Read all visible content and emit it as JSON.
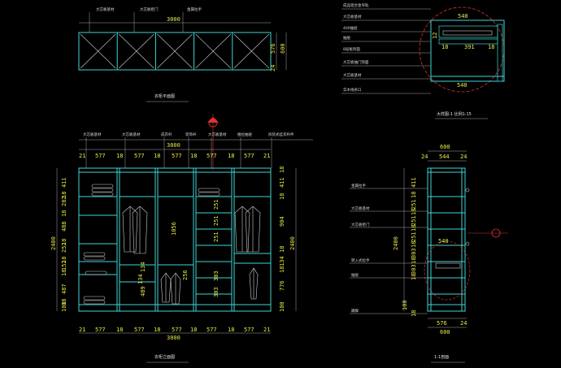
{
  "top_view": {
    "labels": [
      "大芯板基材",
      "大芯板柜门",
      "金属拉手"
    ],
    "width": "3000",
    "depth_dims": [
      "576",
      "600",
      "24"
    ],
    "title": "衣柜平面图"
  },
  "detail": {
    "labels": [
      "成品铝合金导轨",
      "大芯板基材",
      "400抽屉",
      "抽屉",
      "8层板饰面",
      "大芯板抽门饰面",
      "大芯板基材",
      "实木线条口"
    ],
    "dims_top": "540",
    "dims_mid": "391",
    "dims_side": [
      "18",
      "12",
      "18"
    ],
    "dims_bottom": "540",
    "title": "大样图-1 比例1:15"
  },
  "elevation": {
    "headers": [
      "大芯板基材",
      "大芯板基材",
      "成衣杆",
      "装饰杆",
      "大芯板基材",
      "推拉抽屉",
      "拆装式挂衣杆件"
    ],
    "top_total": "3000",
    "bottom_total": "3000",
    "segments": [
      "21",
      "577",
      "18",
      "577",
      "18",
      "577",
      "18",
      "577",
      "18",
      "577",
      "18",
      "577",
      "21"
    ],
    "left_dims": [
      "411",
      "18",
      "282",
      "18",
      "488",
      "18",
      "252",
      "18",
      "152",
      "18",
      "487",
      "18",
      "100"
    ],
    "left_total": "2400",
    "right_dims": [
      "18",
      "411",
      "18",
      "904",
      "18",
      "134",
      "18",
      "776",
      "100"
    ],
    "right_total": "2400",
    "inner_dims": [
      "1056",
      "251",
      "251",
      "251",
      "303",
      "303",
      "489",
      "134",
      "134",
      "256"
    ],
    "title": "衣柜立面图"
  },
  "section": {
    "top_dims": [
      "600",
      "24",
      "544",
      "24"
    ],
    "labels": [
      "金属拉手",
      "大芯板基材",
      "大芯板柜门",
      "转入式拉手",
      "抽屉",
      "踢脚"
    ],
    "left_dims": [
      "411",
      "18",
      "251",
      "18",
      "251",
      "18",
      "251",
      "18",
      "303",
      "18",
      "303",
      "18",
      "100",
      "18",
      "2400"
    ],
    "mid_dim": "540",
    "bottom_dims": [
      "576",
      "24",
      "600"
    ],
    "title": "1-1剖面"
  },
  "colors": {
    "background": "#000000",
    "cabinet": "#3fd6d6",
    "dimension": "#e8e84a",
    "annotation": "#d8d8d8",
    "marker": "#e03030"
  }
}
